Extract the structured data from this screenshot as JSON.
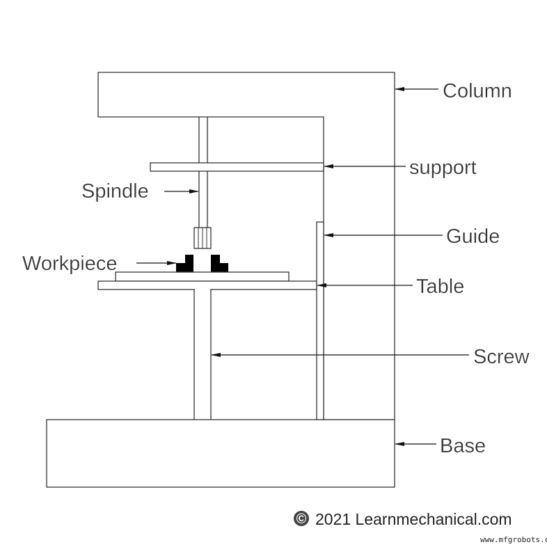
{
  "labels": {
    "column": "Column",
    "support": "support",
    "spindle": "Spindle",
    "guide": "Guide",
    "workpiece": "Workpiece",
    "table": "Table",
    "screw": "Screw",
    "base": "Base"
  },
  "copyright": {
    "symbol": "©",
    "text": "2021 Learnmechanical.com"
  },
  "watermark": "www.mfgrobots.com",
  "colors": {
    "line": "#333333",
    "workpiece": "#000000",
    "background": "#ffffff"
  }
}
